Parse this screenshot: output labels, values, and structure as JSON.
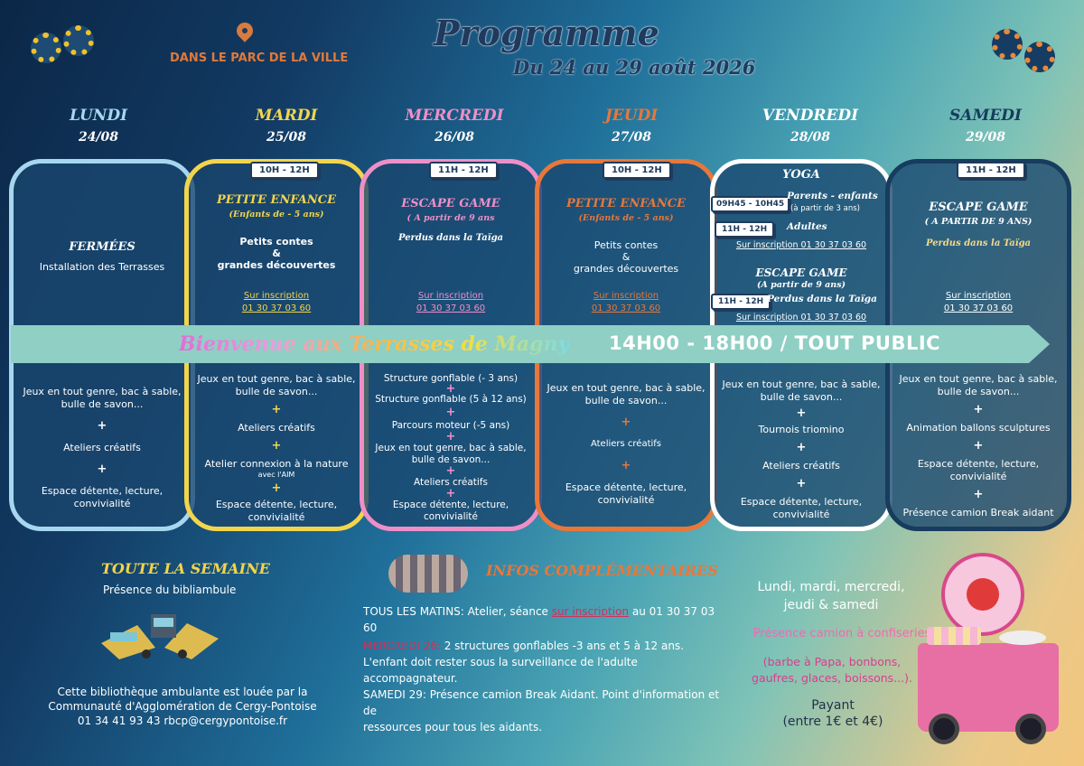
{
  "header": {
    "title": "Programme",
    "subtitle": "Du 24 au 29 août 2026",
    "location": "DANS LE PARC DE LA VILLE"
  },
  "colors": {
    "lundi": "#a7d7ee",
    "mardi": "#f3d54c",
    "mercredi": "#ef8fc7",
    "jeudi": "#e8773a",
    "vendredi": "#ffffff",
    "samedi": "#173c5e"
  },
  "days": [
    {
      "name": "LUNDI",
      "date": "24/08"
    },
    {
      "name": "MARDI",
      "date": "25/08"
    },
    {
      "name": "MERCREDI",
      "date": "26/08"
    },
    {
      "name": "JEUDI",
      "date": "27/08"
    },
    {
      "name": "VENDREDI",
      "date": "28/08"
    },
    {
      "name": "SAMEDI",
      "date": "29/08"
    }
  ],
  "morning": {
    "lundi": {
      "title": "FERMÉES",
      "desc": "Installation des Terrasses"
    },
    "mardi": {
      "slot": "10H - 12H",
      "title": "PETITE ENFANCE",
      "sub": "(Enfants de - 5 ans)",
      "desc1": "Petits contes",
      "amp": "&",
      "desc2": "grandes découvertes",
      "link1": "Sur inscription",
      "link2": "01 30 37 03 60"
    },
    "mercredi": {
      "slot": "11H - 12H",
      "title": "ESCAPE GAME",
      "sub": "( A partir de 9 ans",
      "desc": "Perdus dans la Taïga",
      "link1": "Sur inscription",
      "link2": "01 30 37 03 60"
    },
    "jeudi": {
      "slot": "10H - 12H",
      "title": "PETITE ENFANCE",
      "sub": "(Enfants de - 5 ans)",
      "desc1": "Petits contes",
      "amp": "&",
      "desc2": "grandes découvertes",
      "link1": "Sur inscription",
      "link2": "01 30 37 03 60"
    },
    "vendredi": {
      "title": "YOGA",
      "slot1": "09H45 - 10H45",
      "group1": "Parents - enfants",
      "group1sub": "(à partir de 3 ans)",
      "slot2": "11H - 12H",
      "group2": "Adultes",
      "link1": "Sur inscription  01 30 37 03 60",
      "title2": "ESCAPE GAME",
      "sub2": "(A partir de 9 ans)",
      "slot3": "11H - 12H",
      "desc2": "Perdus dans la Taïga",
      "link2": "Sur inscription  01 30 37 03 60"
    },
    "samedi": {
      "slot": "11H - 12H",
      "title": "ESCAPE GAME",
      "sub": "( A PARTIR DE 9 ANS)",
      "desc": "Perdus dans la Taïga",
      "link1": "Sur inscription",
      "link2": "01 30 37 03 60"
    }
  },
  "banner": {
    "welcome": "Bienvenue aux Terrasses de Magny",
    "hours": "14H00 - 18H00 / TOUT PUBLIC"
  },
  "afternoon": {
    "lundi": [
      "Jeux en tout genre, bac à sable,",
      "bulle de savon...",
      "+",
      "Ateliers créatifs",
      "+",
      "Espace détente, lecture,",
      "convivialité"
    ],
    "mardi": [
      "Jeux en tout genre, bac à sable,",
      "bulle de savon...",
      "+",
      "Ateliers créatifs",
      "+",
      "Atelier connexion à la nature",
      "avec l'AIM",
      "+",
      "Espace détente, lecture,",
      "convivialité"
    ],
    "mercredi": [
      "Structure gonflable (- 3 ans)",
      "+",
      "Structure gonflable (5 à 12 ans)",
      "+",
      "Parcours moteur (-5 ans)",
      "+",
      "Jeux en tout genre, bac à sable,",
      "bulle de savon...",
      "+",
      "Ateliers créatifs",
      "+",
      "Espace détente, lecture,",
      "convivialité"
    ],
    "jeudi": [
      "Jeux en tout genre, bac à sable,",
      "bulle de savon...",
      "+",
      "Ateliers créatifs",
      "+",
      "Espace détente, lecture,",
      "convivialité"
    ],
    "vendredi": [
      "Jeux en tout genre, bac à sable,",
      "bulle de savon...",
      "+",
      "Tournois triomino",
      "+",
      "Ateliers créatifs",
      "+",
      "Espace détente, lecture,",
      "convivialité"
    ],
    "samedi": [
      "Jeux en tout genre, bac à sable,",
      "bulle de savon...",
      "+",
      "Animation ballons sculptures",
      "+",
      "Espace détente, lecture,",
      "convivialité",
      "+",
      "Présence camion Break aidant"
    ]
  },
  "semaine": {
    "title": "TOUTE LA SEMAINE",
    "line": "Présence du bibliambule",
    "footer1": "Cette bibliothèque ambulante est louée par la",
    "footer2": "Communauté d'Agglomération de Cergy-Pontoise",
    "footer3": "01 34 41 93 43  rbcp@cergypontoise.fr"
  },
  "infos": {
    "title": "INFOS COMPLÉMENTAIRES",
    "matins_label": "TOUS LES MATINS:",
    "matins_text1": "Atelier, séance",
    "matins_link": "sur inscription",
    "matins_text2": "au 01 30 37 03 60",
    "mer_label": "MERCREDI 26:",
    "mer_text1": "2 structures gonflables -3 ans et 5 à 12 ans.",
    "mer_text2": "L'enfant doit rester sous la surveillance de l'adulte accompagnateur.",
    "sam_text1": "SAMEDI 29: Présence camion Break Aidant. Point d'information et de",
    "sam_text2": "ressources pour tous les aidants."
  },
  "confiserie": {
    "line1": "Lundi, mardi, mercredi,",
    "line2": "jeudi & samedi",
    "title": "Présence camion à confiseries",
    "desc1": "(barbe à Papa, bonbons,",
    "desc2": "gaufres, glaces, boissons...).",
    "price1": "Payant",
    "price2": "(entre 1€ et 4€)"
  }
}
